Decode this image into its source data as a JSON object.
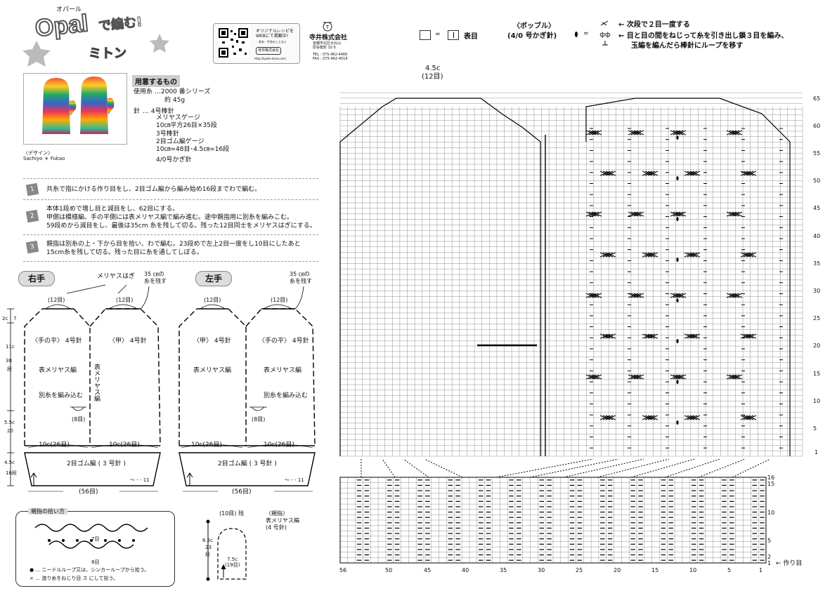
{
  "brand": {
    "top_small": "オパール",
    "logo_word": "Opal",
    "logo_suffix": "で編む!",
    "item_name": "ミトン",
    "qr_note1": "オリジナルレシピを",
    "qr_note2": "WEBにて掲載中!",
    "qr_note3": "毛糸・手芸のことなら",
    "qr_company_badge": "寺井株式会社",
    "qr_url": "http://kyoto-terai.com/",
    "company_name": "寺井株式会社",
    "company_addr1": "京都市北区大北山",
    "company_addr2": "原谷乾町 32-5",
    "company_tel": "TEL : 075-462-4466",
    "company_fax": "FAX : 075-462-4518"
  },
  "legend": {
    "knit_symbol_eq": "=",
    "knit_label": "表目",
    "bobble_title": "〈ボッブル〉",
    "bobble_hook": "(4/0 号かぎ針)",
    "bobble_eq": "=",
    "note1": "← 次段で２目一度する",
    "note2": "← 目と目の間をねじって糸を引き出し鎖３目を編み、",
    "note3": "玉編を編んだら棒針にループを移す"
  },
  "materials": {
    "heading": "用意するもの",
    "yarn_label": "使用糸",
    "yarn_value": "…2000 番シリーズ",
    "yarn_weight": "約 45g",
    "needle_label": "針",
    "needle1": "… 4号棒針",
    "gauge1_title": "メリヤスゲージ",
    "gauge1_value": "10㎝平方26目×35段",
    "needle2": "3号棒針",
    "gauge2_title": "2目ゴム編ゲージ",
    "gauge2_value": "10㎝=48目･4.5㎝=16段",
    "hook": "4/0号かぎ針",
    "design_label": "〈デザイン〉",
    "designer": "Sachiyo ＊ Fukao"
  },
  "steps": [
    {
      "num": "1",
      "text": "共糸で指にかける作り目をし、2目ゴム編から編み始め16段までわで編む。"
    },
    {
      "num": "2",
      "line1": "本体1段めで増し目と減目をし、62目にする。",
      "line2": "甲側は模様編、手の平側には表メリヤス編で編み進む。途中親指用に別糸を編みこむ。",
      "line3": "59段めから減目をし、最後は35cm 糸を残して切る。残った12目同士をメリヤスはぎにする。"
    },
    {
      "num": "3",
      "line1": "親指は別糸の上・下から目を拾い、わで編む。23段めで左上2目一度をし10目にしたあと",
      "line2": "15cm糸を残して切る。残った目に糸を通してしぼる。"
    }
  ],
  "diagram": {
    "right_hand": "右手",
    "left_hand": "左手",
    "meriyasu_hagi": "メリヤスはぎ",
    "leave35_a": "35 ㎝の",
    "leave35_b": "糸を残す",
    "top12": "(12目)",
    "palm": "〈手の平〉 4号針",
    "back": "〈甲〉 4号針",
    "stockinette": "表メリヤス編",
    "stockinette_vert": "表メリヤス編",
    "waste_yarn": "別糸を編み込む",
    "thumb8": "(8目)",
    "width26": "10c(26目)",
    "rib": "2目ゴム編 ( 3 号針 )",
    "total56": "(56目)",
    "wavy": "〜 - - 11",
    "dim_2c": "2c",
    "dim_7": "7",
    "dim_11c": "11c",
    "dim_38": "38",
    "dim_dan": "段",
    "dim_55c": "5.5c",
    "dim_20": "20",
    "dim_45c": "4.5c",
    "dim_16": "16段",
    "thumb_pickup_title": "親指の拾い方",
    "thumb_7": "7目",
    "thumb_8": "8目",
    "pickup_note1": "● … ニードルループ又は、シンカーループから拾う。",
    "pickup_note2": "× … 渡り糸をねじり目 ス にして拾う。",
    "thumb_top": "(10目) 残",
    "thumb_title": "〈親指〉",
    "thumb_stitch": "表メリヤス編",
    "thumb_needle": "(4 号針)",
    "thumb_65c": "6.5c",
    "thumb_23": "23",
    "thumb_dan": "段",
    "thumb_75c": "7.5c",
    "thumb_19": "(19目)"
  },
  "chart": {
    "top_width": "4.5c",
    "top_sts": "(12目)",
    "row_labels": [
      "65",
      "60",
      "55",
      "50",
      "45",
      "40",
      "35",
      "30",
      "25",
      "20",
      "15",
      "10",
      "5",
      "1"
    ],
    "rib_row_labels": [
      "16",
      "15",
      "10",
      "5",
      "2",
      "1"
    ],
    "col_labels": [
      "56",
      "50",
      "45",
      "40",
      "35",
      "30",
      "25",
      "20",
      "15",
      "10",
      "5",
      "1"
    ],
    "cast_on": "← 作り目"
  }
}
